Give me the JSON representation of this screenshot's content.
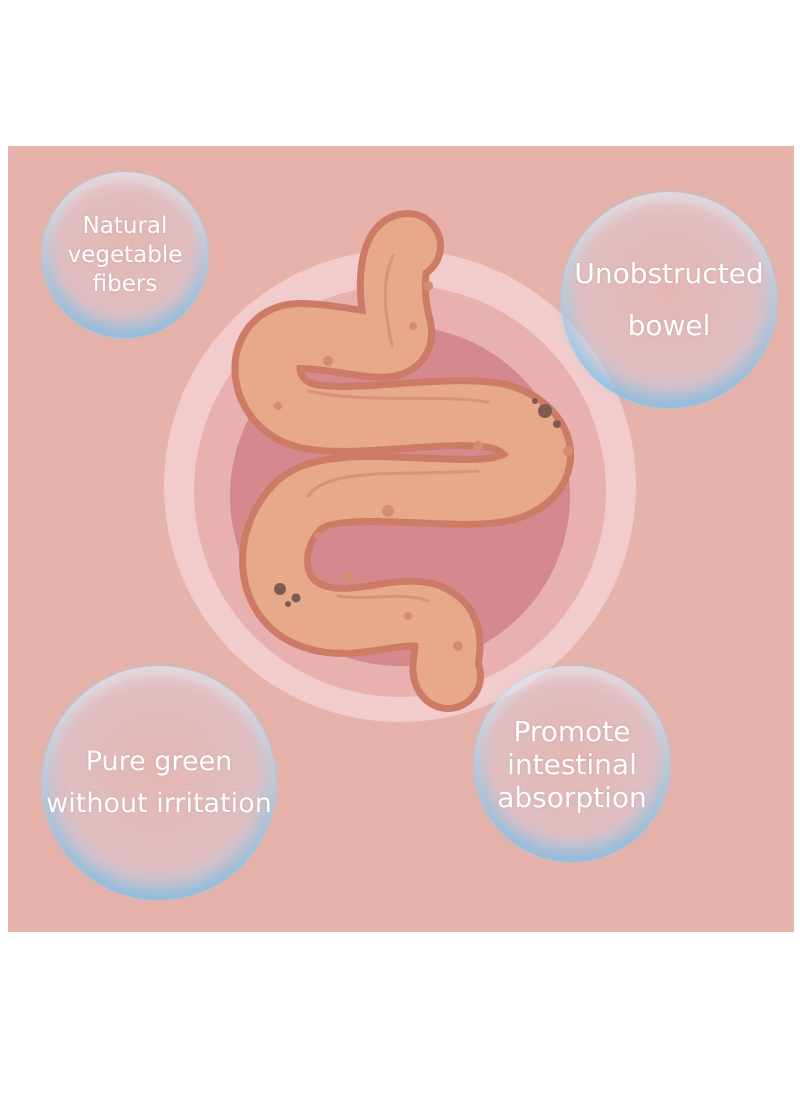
{
  "colors": {
    "background": "#e6b2aa",
    "ring_outer": "#f2cccc",
    "ring_inner": "#d58a8f",
    "intestine_outline": "#cd7b66",
    "intestine_fill": "#e7a989",
    "bubble_edge": "#7cc5ea"
  },
  "illustration": {
    "subject": "intestine-illustration"
  },
  "bubbles": [
    {
      "lines": [
        "Natural",
        "vegetable",
        "fibers"
      ]
    },
    {
      "lines": [
        "Unobstructed",
        "bowel"
      ]
    },
    {
      "lines": [
        "Pure green",
        "without irritation"
      ]
    },
    {
      "lines": [
        "Promote",
        "intestinal",
        "absorption"
      ]
    }
  ]
}
